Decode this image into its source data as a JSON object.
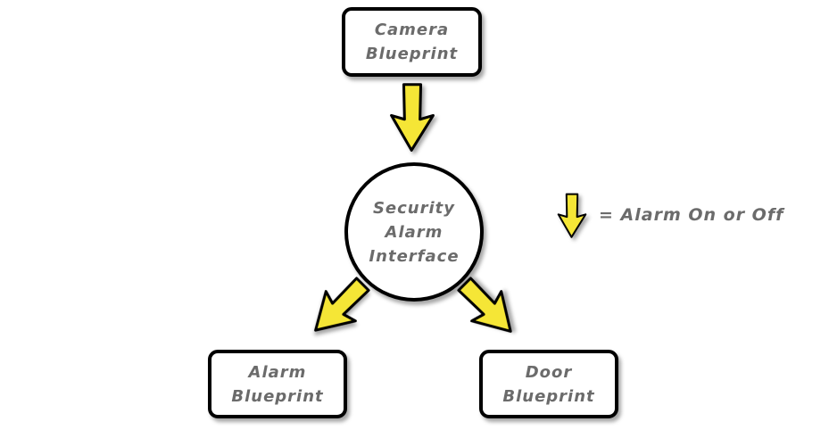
{
  "nodes": {
    "camera": {
      "label": "Camera\nBlueprint"
    },
    "interface": {
      "label": "Security\nAlarm\nInterface"
    },
    "alarm": {
      "label": "Alarm\nBlueprint"
    },
    "door": {
      "label": "Door\nBlueprint"
    }
  },
  "edges": [
    {
      "from": "Camera Blueprint",
      "to": "Security Alarm Interface",
      "icon": "yellow-down-arrow"
    },
    {
      "from": "Security Alarm Interface",
      "to": "Alarm Blueprint",
      "icon": "yellow-down-left-arrow"
    },
    {
      "from": "Security Alarm Interface",
      "to": "Door Blueprint",
      "icon": "yellow-down-right-arrow"
    }
  ],
  "legend": {
    "icon": "yellow-down-arrow",
    "label": "= Alarm On or Off"
  },
  "colors": {
    "arrow_fill": "#F5E636",
    "outline": "#000000",
    "label_text": "#6B6B6B",
    "background": "#FFFFFF"
  }
}
